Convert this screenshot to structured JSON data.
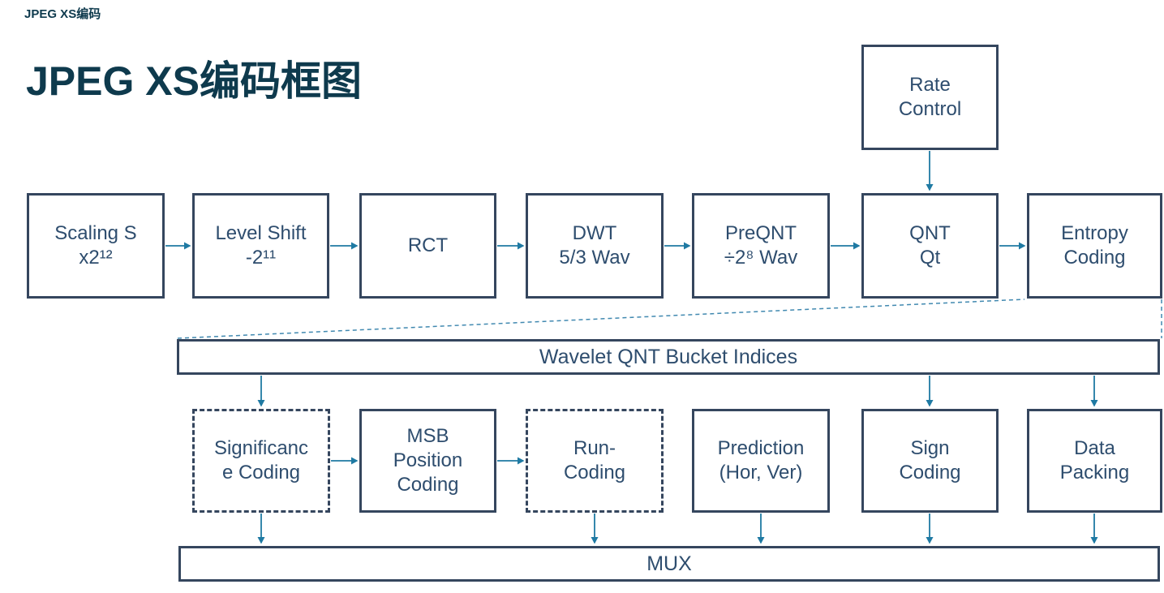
{
  "page": {
    "header": "JPEG XS编码",
    "title": "JPEG XS编码框图"
  },
  "colors": {
    "title_text": "#0e3a4d",
    "box_border": "#35465e",
    "box_text": "#2e4d6e",
    "arrow": "#1f7aa3",
    "callout_dashed": "#4189b0",
    "background": "#ffffff"
  },
  "diagram": {
    "rate_control": {
      "label": "Rate\nControl"
    },
    "pipeline": [
      {
        "label": "Scaling S\nx2¹²"
      },
      {
        "label": "Level Shift\n-2¹¹"
      },
      {
        "label": "RCT"
      },
      {
        "label": "DWT\n5/3 Wav"
      },
      {
        "label": "PreQNT\n÷2⁸ Wav"
      },
      {
        "label": "QNT\nQt"
      },
      {
        "label": "Entropy\nCoding"
      }
    ],
    "bucket_bar": {
      "label": "Wavelet QNT Bucket Indices"
    },
    "coding_tools": [
      {
        "label": "Significanc\ne Coding",
        "border": "dashed"
      },
      {
        "label": "MSB\nPosition\nCoding",
        "border": "solid"
      },
      {
        "label": "Run-\nCoding",
        "border": "dashed"
      },
      {
        "label": "Prediction\n(Hor, Ver)",
        "border": "solid"
      },
      {
        "label": "Sign\nCoding",
        "border": "solid"
      },
      {
        "label": "Data\nPacking",
        "border": "solid"
      }
    ],
    "mux_bar": {
      "label": "MUX"
    }
  }
}
